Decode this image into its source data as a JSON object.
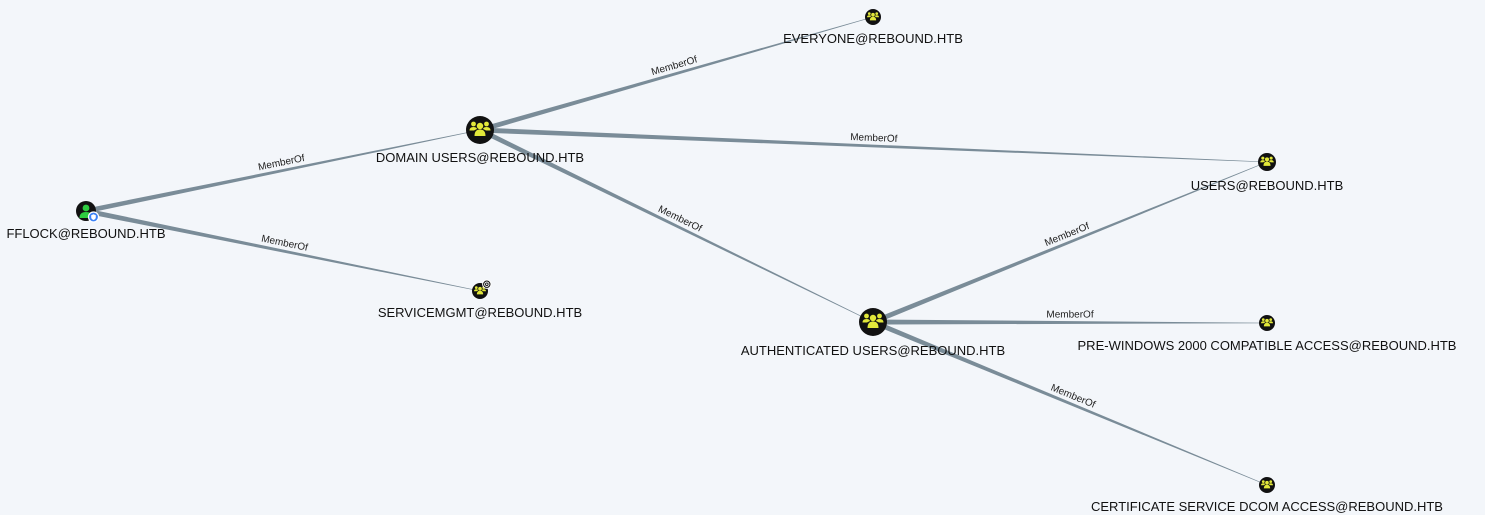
{
  "colors": {
    "background": "#f3f6fa",
    "edge": "#7a8c98",
    "group_fill": "#e2e83a",
    "user_fill": "#2ecc40",
    "node_dark": "#111111",
    "badge_blue": "#3b82f6"
  },
  "nodes": [
    {
      "id": "fflock",
      "label": "FFLOCK@REBOUND.HTB",
      "type": "user",
      "icon": "user-icon",
      "badge": "shield-icon"
    },
    {
      "id": "domain_users",
      "label": "DOMAIN USERS@REBOUND.HTB",
      "type": "group",
      "icon": "group-icon"
    },
    {
      "id": "everyone",
      "label": "EVERYONE@REBOUND.HTB",
      "type": "group",
      "icon": "group-icon"
    },
    {
      "id": "users",
      "label": "USERS@REBOUND.HTB",
      "type": "group",
      "icon": "group-icon"
    },
    {
      "id": "servicemgmt",
      "label": "SERVICEMGMT@REBOUND.HTB",
      "type": "group",
      "icon": "group-icon",
      "badge": "target-icon"
    },
    {
      "id": "auth_users",
      "label": "AUTHENTICATED USERS@REBOUND.HTB",
      "type": "group",
      "icon": "group-icon"
    },
    {
      "id": "prewin2000",
      "label": "PRE-WINDOWS 2000 COMPATIBLE ACCESS@REBOUND.HTB",
      "type": "group",
      "icon": "group-icon"
    },
    {
      "id": "cert_dcom",
      "label": "CERTIFICATE SERVICE DCOM ACCESS@REBOUND.HTB",
      "type": "group",
      "icon": "group-icon"
    }
  ],
  "edges": [
    {
      "from": "fflock",
      "to": "domain_users",
      "label": "MemberOf"
    },
    {
      "from": "fflock",
      "to": "servicemgmt",
      "label": "MemberOf"
    },
    {
      "from": "domain_users",
      "to": "everyone",
      "label": "MemberOf"
    },
    {
      "from": "domain_users",
      "to": "users",
      "label": "MemberOf"
    },
    {
      "from": "domain_users",
      "to": "auth_users",
      "label": "MemberOf"
    },
    {
      "from": "auth_users",
      "to": "users",
      "label": "MemberOf"
    },
    {
      "from": "auth_users",
      "to": "prewin2000",
      "label": "MemberOf"
    },
    {
      "from": "auth_users",
      "to": "cert_dcom",
      "label": "MemberOf"
    }
  ]
}
